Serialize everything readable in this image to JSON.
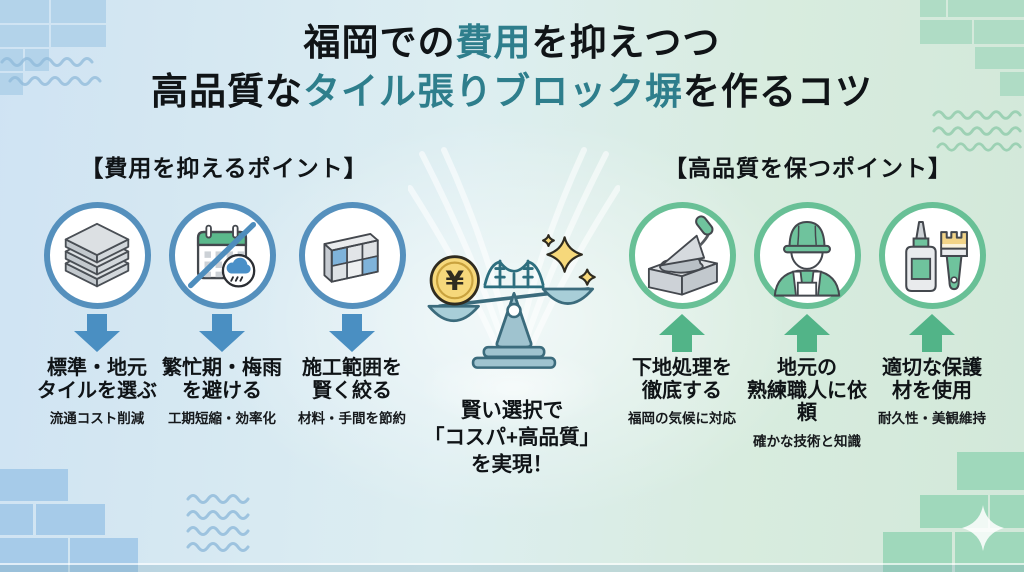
{
  "title": {
    "line1": {
      "pre": "福岡での",
      "highlight": "費用",
      "post": "を抑えつつ"
    },
    "line2": {
      "pre": "高品質な",
      "highlight": "タイル張りブロック塀",
      "post": "を作るコツ"
    }
  },
  "left_section": {
    "header": "【費用を抑えるポイント】",
    "items": [
      {
        "icon": "stacked-tiles-icon",
        "title": "標準・地元\nタイルを選ぶ",
        "subtitle": "流通コスト削減"
      },
      {
        "icon": "calendar-avoid-rain-icon",
        "title": "繁忙期・梅雨\nを避ける",
        "subtitle": "工期短縮・効率化"
      },
      {
        "icon": "tiled-block-wall-icon",
        "title": "施工範囲を\n賢く絞る",
        "subtitle": "材料・手間を節約"
      }
    ]
  },
  "right_section": {
    "header": "【高品質を保つポイント】",
    "items": [
      {
        "icon": "trowel-mortar-icon",
        "title": "下地処理を\n徹底する",
        "subtitle": "福岡の気候に対応"
      },
      {
        "icon": "craftsman-icon",
        "title": "地元の\n熟練職人に依頼",
        "subtitle": "確かな技術と知識"
      },
      {
        "icon": "glue-brush-icon",
        "title": "適切な保護\n材を使用",
        "subtitle": "耐久性・美観維持"
      }
    ]
  },
  "center": {
    "icon": "balance-scale-icon",
    "coin_symbol": "¥",
    "caption": "賢い選択で\n「コスパ+高品質」\nを実現！"
  },
  "colors": {
    "highlight_teal": "#2e7e8c",
    "cost_blue": "#4a8fc2",
    "quality_green": "#58b88b",
    "text_black": "#101417"
  }
}
